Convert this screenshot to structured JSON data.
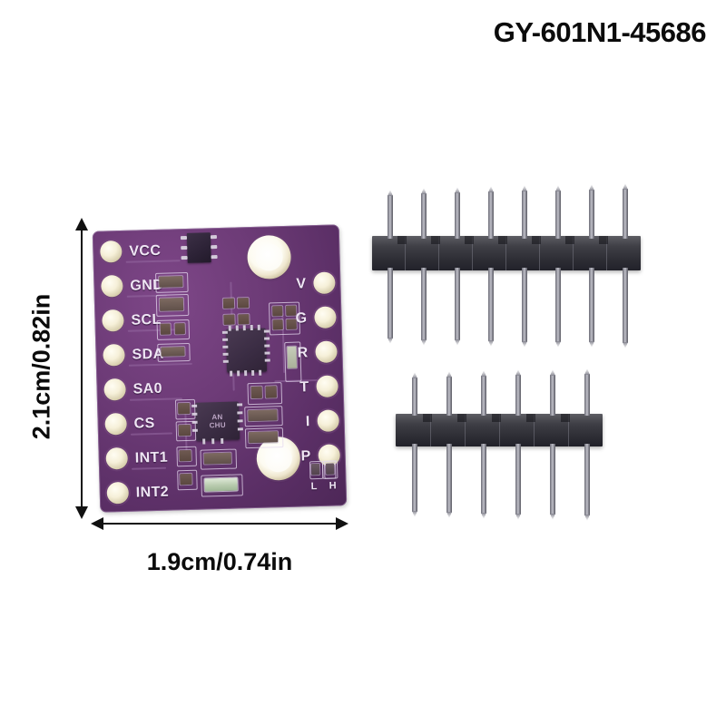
{
  "title": "GY-601N1-45686",
  "background_color": "#ffffff",
  "dimensions": {
    "height_label": "2.1cm/0.82in",
    "width_label": "1.9cm/0.74in"
  },
  "pcb": {
    "color": "#6d3b77",
    "pad_color": "#f6f0d9",
    "silkscreen_color": "#efe6f4",
    "left_pins": [
      {
        "label": "VCC"
      },
      {
        "label": "GND"
      },
      {
        "label": "SCL"
      },
      {
        "label": "SDA"
      },
      {
        "label": "SA0"
      },
      {
        "label": "CS"
      },
      {
        "label": "INT1"
      },
      {
        "label": "INT2"
      }
    ],
    "right_pins": [
      {
        "label": "V"
      },
      {
        "label": "G"
      },
      {
        "label": "R"
      },
      {
        "label": "T"
      },
      {
        "label": "I"
      },
      {
        "label": "P"
      }
    ],
    "corner_labels": [
      {
        "label": "L"
      },
      {
        "label": "H"
      }
    ],
    "chips": [
      {
        "marking": "AN\nCHU",
        "name": "sensor-ic"
      },
      {
        "marking": "",
        "name": "processor-ic"
      }
    ]
  },
  "headers": {
    "top": {
      "pin_count": 8,
      "name": "8-pin-male-header"
    },
    "bottom": {
      "pin_count": 6,
      "name": "6-pin-male-header"
    }
  }
}
